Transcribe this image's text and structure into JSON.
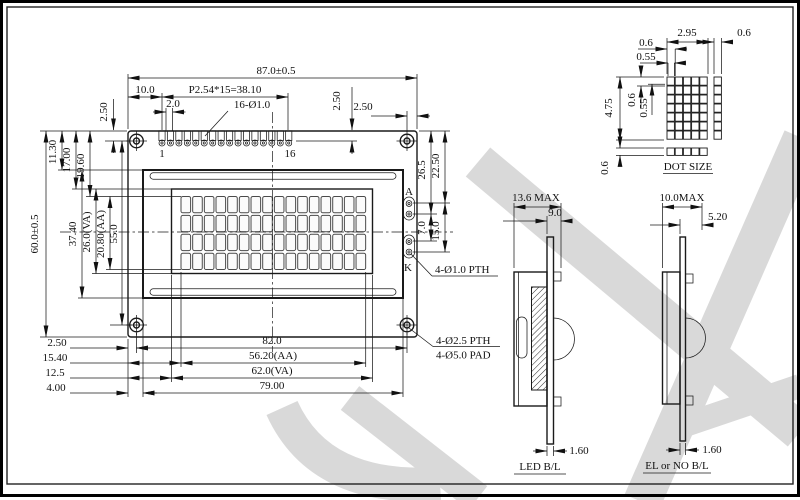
{
  "front": {
    "top": {
      "overall_width": "87.0±0.5",
      "left_offset": "10.0",
      "pin_pitch": "P2.54*15=38.10",
      "pad_width": "2.0",
      "pin_holes": "16-Ø1.0",
      "hole_inset_left": "2.50",
      "pin_inset_right": "2.50",
      "hole_inset_right": "2.50",
      "pin_first": "1",
      "pin_last": "16"
    },
    "left": {
      "overall_height": "60.0±0.5",
      "bezel_height": "37.40",
      "va_height": "26.0(VA)",
      "aa_height": "20.80(AA)",
      "hole_span": "55.0",
      "bezel_top": "11.30",
      "va_top": "17.00",
      "aa_top": "19.60"
    },
    "right": {
      "bl_dim1": "26.5",
      "bl_dim2": "22.50",
      "bl_gap": "7.0",
      "bl_span": "15.0",
      "anode": "A",
      "cathode": "K",
      "bl_holes": "4-Ø1.0 PTH"
    },
    "bottom": {
      "hole_inset": "2.50",
      "hole_span": "82.0",
      "aa_offset": "15.40",
      "aa_width": "56.20(AA)",
      "va_offset": "12.5",
      "va_width": "62.0(VA)",
      "bezel_offset": "4.00",
      "bezel_width": "79.00",
      "mount_holes": "4-Ø2.5 PTH",
      "mount_pads": "4-Ø5.0 PAD"
    },
    "lcd": {
      "columns": 16,
      "rows": 4
    },
    "pins": {
      "count": 16
    }
  },
  "dot_detail": {
    "width": "2.95",
    "gap_right": "0.6",
    "pitch_h": "0.6",
    "dot_w": "0.55",
    "height": "4.75",
    "pitch_v": "0.6",
    "dot_h": "0.55",
    "cursor_h": "0.6",
    "label": "DOT SIZE",
    "cols": 5,
    "rows": 7
  },
  "side_led": {
    "depth": "13.6 MAX",
    "inner": "9.0",
    "pcb": "1.60",
    "label": "LED B/L"
  },
  "side_el": {
    "depth": "10.0MAX",
    "inner": "5.20",
    "pcb": "1.60",
    "label": "EL or NO B/L"
  }
}
